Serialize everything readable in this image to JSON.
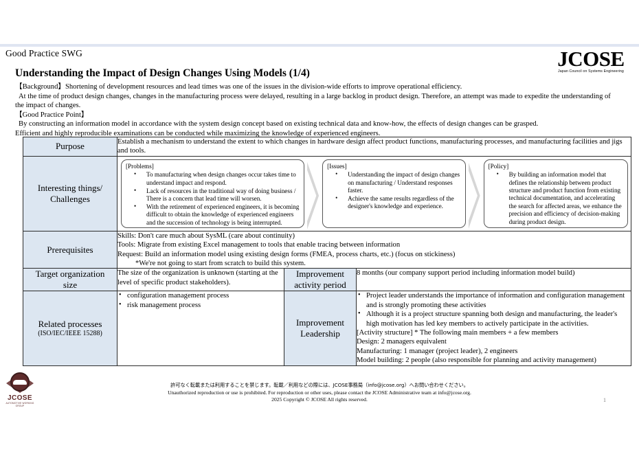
{
  "header": {
    "swg_label": "Good Practice SWG",
    "logo_word": "JCOSE",
    "logo_tagline": "Japan Council on Systems Engineering",
    "slide_title": "Understanding the Impact of Design Changes Using Models  (1/4)"
  },
  "intro": {
    "line1": "【Background】Shortening of development resources and lead times was one of the issues in the division-wide efforts to improve operational efficiency.",
    "line2": "At the time of product design changes, changes in the manufacturing process were delayed, resulting in a large backlog in product design. Therefore, an attempt was made to expedite the understanding of",
    "line3": "the impact of changes.",
    "line4": "【Good Practice Point】",
    "line5": "By constructing an information model in accordance with the system design concept based on existing technical data and know-how, the effects of design changes can be grasped.",
    "line6": "Efficient and highly reproducible examinations can be conducted while maximizing the knowledge of experienced engineers."
  },
  "table": {
    "purpose": {
      "label": "Purpose",
      "text": "Establish a mechanism to understand the extent to which changes in hardware design affect product functions, manufacturing processes, and manufacturing facilities and jigs and tools."
    },
    "challenges": {
      "label_line1": "Interesting things/",
      "label_line2": "Challenges",
      "boxes": [
        {
          "heading": "[Problems]",
          "bullets": [
            "To manufacturing when design changes occur takes time to understand impact and respond.",
            "Lack of resources in the traditional way of doing business / There is a concern that lead time will worsen.",
            "With the retirement of experienced engineers, it is becoming difficult to obtain the knowledge of experienced engineers and the succession of technology is being interrupted."
          ]
        },
        {
          "heading": "[Issues]",
          "bullets": [
            "Understanding the impact of design changes on manufacturing / Understand responses faster.",
            "Achieve the same results regardless of the designer's knowledge and experience."
          ]
        },
        {
          "heading": "[Policy]",
          "bullets": [
            "By building an information model that defines the relationship between product structure and product function from existing technical documentation, and accelerating the search for affected areas, we enhance the precision and efficiency of decision-making during product design."
          ]
        }
      ]
    },
    "prerequisites": {
      "label": "Prerequisites",
      "lines": [
        "Skills: Don't care much about SysML (care about continuity)",
        "Tools: Migrate from existing Excel management to tools that enable tracing between information",
        "Request: Build an information model using existing design forms (FMEA, process charts, etc.) (focus on stickiness)"
      ],
      "note": "*We're not going to start from scratch to build this system."
    },
    "target_org": {
      "label_line1": "Target organization",
      "label_line2": "size",
      "text": "The size of the organization is unknown (starting at the level of specific product stakeholders)."
    },
    "improvement_period": {
      "label_line1": "Improvement",
      "label_line2": "activity period",
      "text": "8 months (our company support period including information model build)"
    },
    "related_processes": {
      "label": "Related processes",
      "label_sub": "(ISO/IEC/IEEE 15288)",
      "bullets": [
        "configuration management process",
        "risk management process"
      ]
    },
    "improvement_leadership": {
      "label_line1": "Improvement",
      "label_line2": "Leadership",
      "bullets": [
        "Project leader understands the importance of information and configuration management and is strongly promoting these activities",
        "Although it is a project structure spanning both design and manufacturing, the leader's high motivation has led key members to actively participate in the activities."
      ],
      "lines": [
        "[Activity structure] * The following main members + a few members",
        "Design: 2 managers equivalent",
        "Manufacturing: 1 manager (project leader), 2 engineers",
        "Model building: 2 people (also responsible for planning and activity management)"
      ]
    }
  },
  "footer": {
    "jp_notice": "許可なく転載または利用することを禁じます。転載／利用などの際には、JCOSE事務局（info@jcose.org）へお問い合わせください。",
    "en_notice": "Unauthorized reproduction or use is prohibited.  For reproduction or other uses, please contact the JCOSE Administrative team at info@jcose.org.",
    "copyright": "2025 Copyright © JCOSE All rights reserved.",
    "page_number": "1"
  },
  "emblem": {
    "name": "JCOSE",
    "sub": "AUTOMOTIVE WORKING GROUP"
  },
  "colors": {
    "label_bg": "#dce6f1",
    "top_band": "#dfe5f2",
    "chevron": "#d6d6d6",
    "border": "#2b2b2b"
  }
}
